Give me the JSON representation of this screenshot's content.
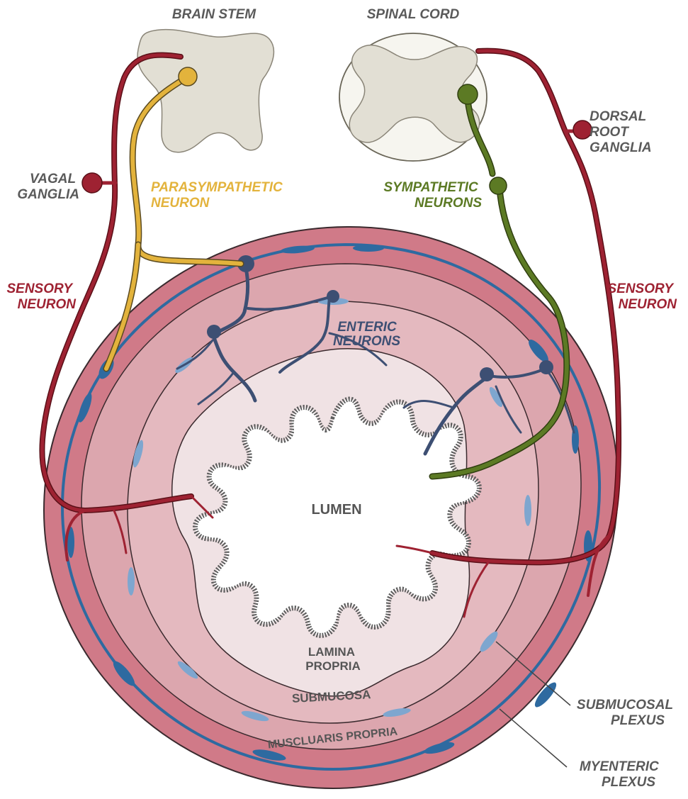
{
  "labels": {
    "brain_stem": "BRAIN STEM",
    "spinal_cord": "SPINAL CORD",
    "dorsal_root_ganglia": [
      "DORSAL",
      "ROOT",
      "GANGLIA"
    ],
    "vagal_ganglia": [
      "VAGAL",
      "GANGLIA"
    ],
    "parasympathetic_neuron": [
      "PARASYMPATHETIC",
      "NEURON"
    ],
    "sympathetic_neurons": [
      "SYMPATHETIC",
      "NEURONS"
    ],
    "sensory_neuron_left": [
      "SENSORY",
      "NEURON"
    ],
    "sensory_neuron_right": [
      "SENSORY",
      "NEURON"
    ],
    "enteric_neurons": [
      "ENTERIC",
      "NEURONS"
    ],
    "lumen": "LUMEN",
    "lamina_propria": [
      "LAMINA",
      "PROPRIA"
    ],
    "submucosa": "SUBMUCOSA",
    "muscularis_propria": "MUSCLUARIS PROPRIA",
    "submucosal_plexus": [
      "SUBMUCOSAL",
      "PLEXUS"
    ],
    "myenteric_plexus": [
      "MYENTERIC",
      "PLEXUS"
    ]
  },
  "colors": {
    "sensory": "#9e2232",
    "parasympathetic": "#e3b33c",
    "sympathetic": "#5c7a24",
    "enteric": "#3d4f73",
    "muscularis": "#d07a88",
    "submucosa": "#dca6ae",
    "lamina": "#eed9dc",
    "plexus_dark": "#2e6aa0",
    "plexus_light": "#7ea6cf",
    "grey_matter": "#e2dfd4"
  }
}
